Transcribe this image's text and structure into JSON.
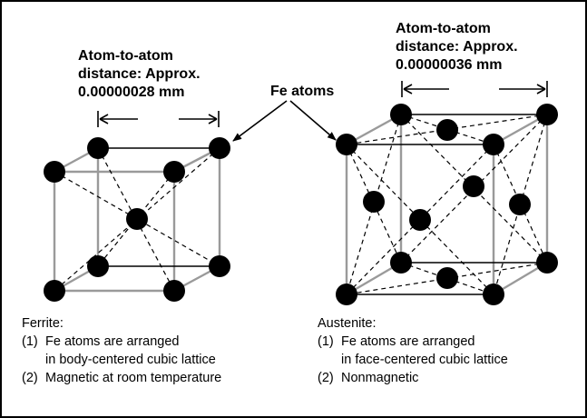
{
  "fe_atoms_label": "Fe atoms",
  "ferrite": {
    "distance_lines": [
      "Atom-to-atom",
      "distance: Approx.",
      "0.00000028 mm"
    ],
    "title": "Ferrite:",
    "items": [
      {
        "num": "(1)",
        "line1": "Fe atoms are arranged",
        "line2": "in body-centered cubic lattice"
      },
      {
        "num": "(2)",
        "line1": "Magnetic at room temperature"
      }
    ]
  },
  "austenite": {
    "distance_lines": [
      "Atom-to-atom",
      "distance: Approx.",
      "0.00000036 mm"
    ],
    "title": "Austenite:",
    "items": [
      {
        "num": "(1)",
        "line1": "Fe atoms are arranged",
        "line2": "in face-centered cubic lattice"
      },
      {
        "num": "(2)",
        "line1": "Nonmagnetic"
      }
    ]
  },
  "colors": {
    "atom": "#000000",
    "edge": "#9a9a9a",
    "line": "#000000"
  }
}
